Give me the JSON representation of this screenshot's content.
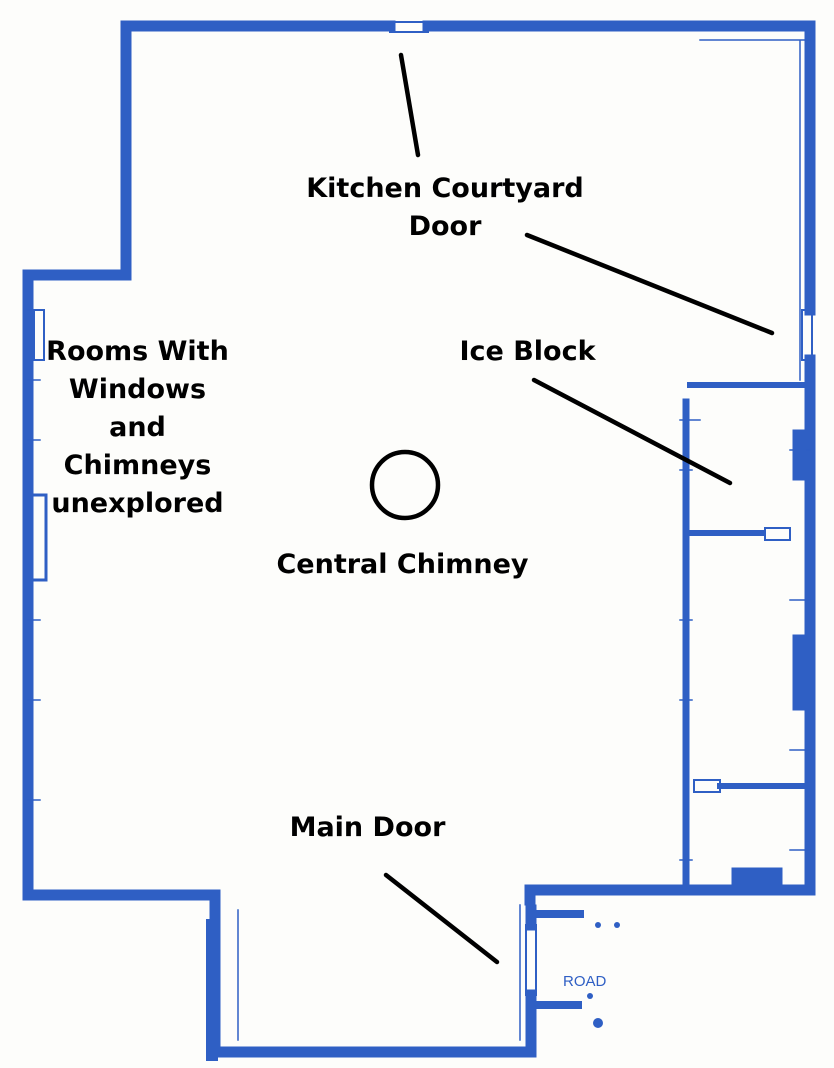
{
  "colors": {
    "wall": "#2f5fc4",
    "annotation": "#000000",
    "background": "#fdfdfb"
  },
  "labels": {
    "kitchen_door": [
      "Kitchen Courtyard",
      "Door"
    ],
    "ice_block": "Ice Block",
    "unexplored": [
      "Rooms With",
      "Windows",
      "and",
      "Chimneys",
      "unexplored"
    ],
    "central_chimney": "Central Chimney",
    "main_door": "Main Door",
    "road": "ROAD"
  }
}
